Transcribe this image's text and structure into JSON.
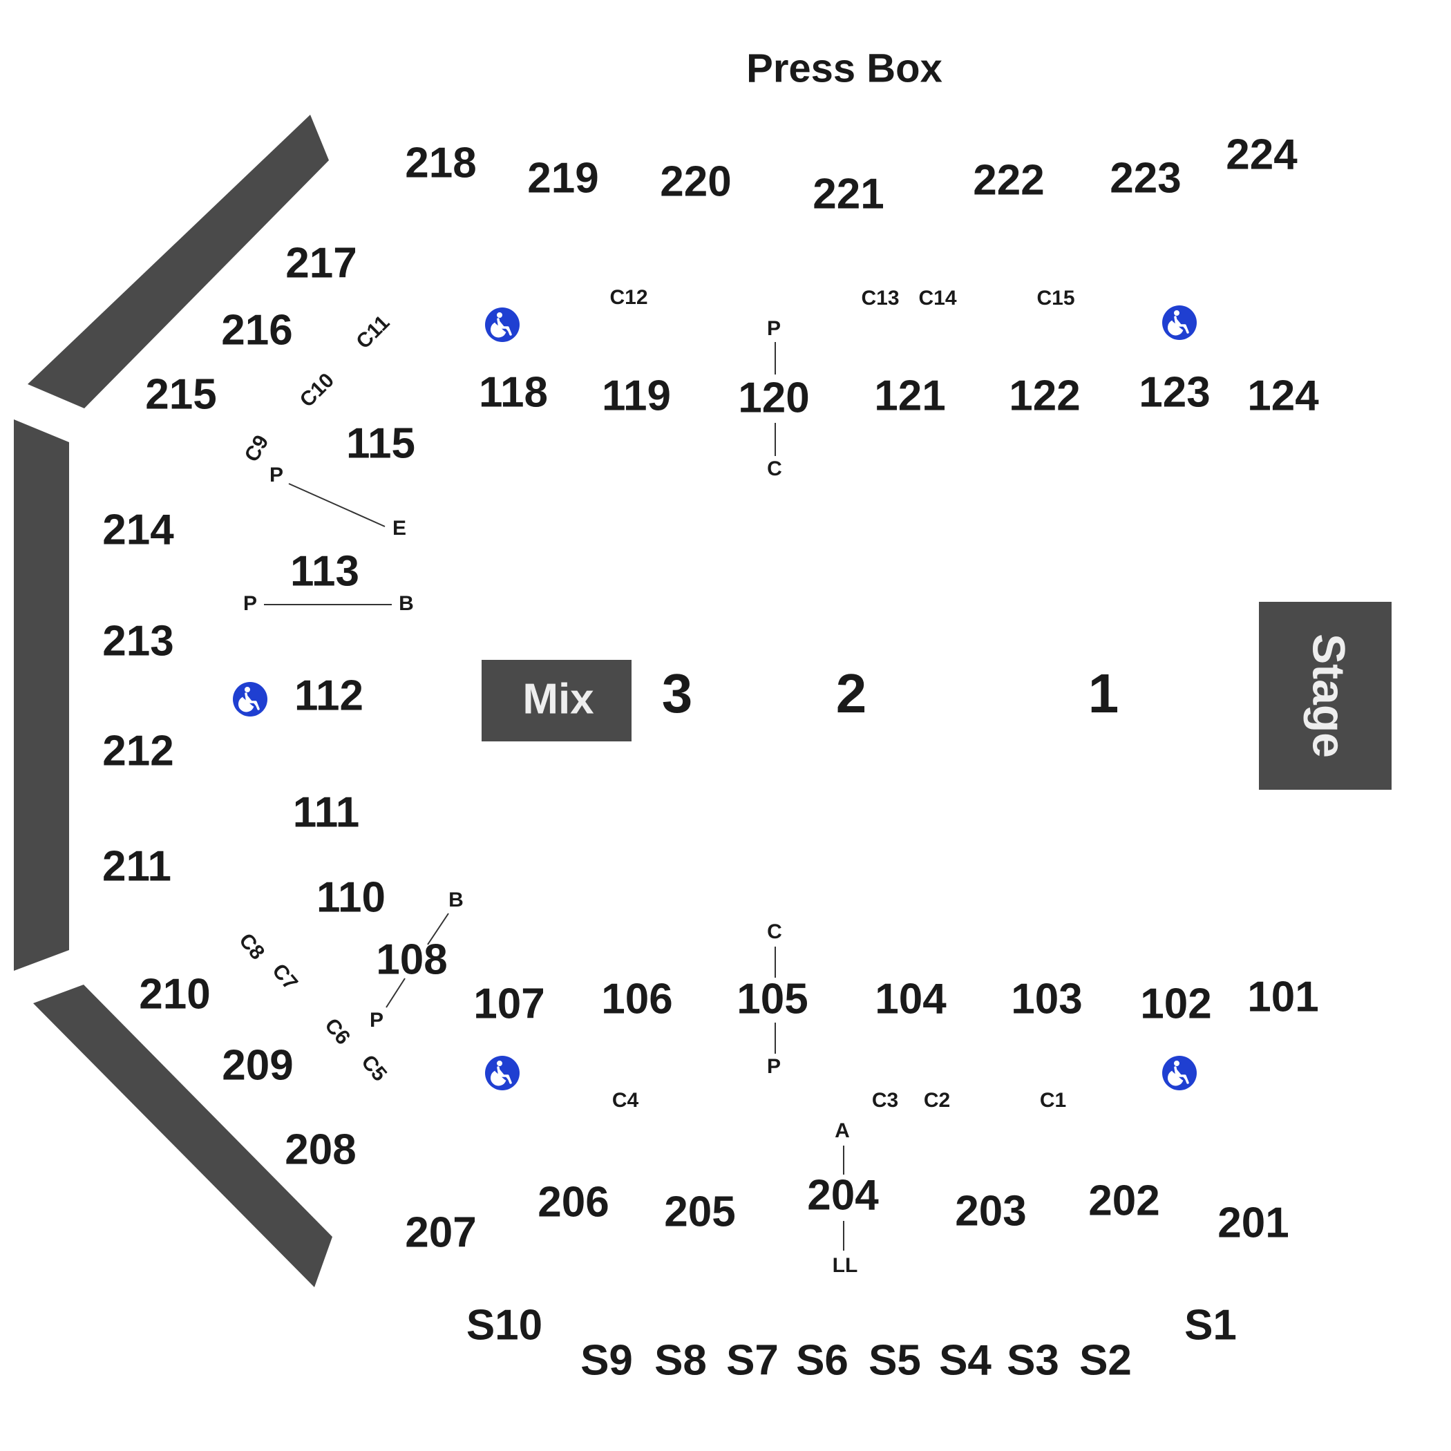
{
  "press_box": "Press Box",
  "stage_label": "Stage",
  "mix_label": "Mix",
  "floor_sections": [
    "1",
    "2",
    "3"
  ],
  "upper_sections": [
    "201",
    "202",
    "203",
    "204",
    "205",
    "206",
    "207",
    "208",
    "209",
    "210",
    "211",
    "212",
    "213",
    "214",
    "215",
    "216",
    "217",
    "218",
    "219",
    "220",
    "221",
    "222",
    "223",
    "224"
  ],
  "lower_sections": [
    "101",
    "102",
    "103",
    "104",
    "105",
    "106",
    "107",
    "108",
    "110",
    "111",
    "112",
    "113",
    "115",
    "118",
    "119",
    "120",
    "121",
    "122",
    "123",
    "124"
  ],
  "suites": [
    "S1",
    "S2",
    "S3",
    "S4",
    "S5",
    "S6",
    "S7",
    "S8",
    "S9",
    "S10"
  ],
  "corners": [
    "C1",
    "C2",
    "C3",
    "C4",
    "C5",
    "C6",
    "C7",
    "C8",
    "C9",
    "C10",
    "C11",
    "C12",
    "C13",
    "C14",
    "C15"
  ],
  "row_letters": {
    "r120_top": "P",
    "r120_bottom": "C",
    "r105_top": "C",
    "r105_bottom": "P",
    "r204_top": "A",
    "r204_bottom": "LL",
    "r113_left": "P",
    "r113_right": "B",
    "r115_left": "P",
    "r115_right": "E",
    "r108_top": "B",
    "r108_bottom": "P"
  },
  "accessible_icon": "wheelchair-icon",
  "colors": {
    "structure": "#4a4a4a",
    "accessible": "#1f3fd1",
    "text": "#1a1a1a"
  }
}
